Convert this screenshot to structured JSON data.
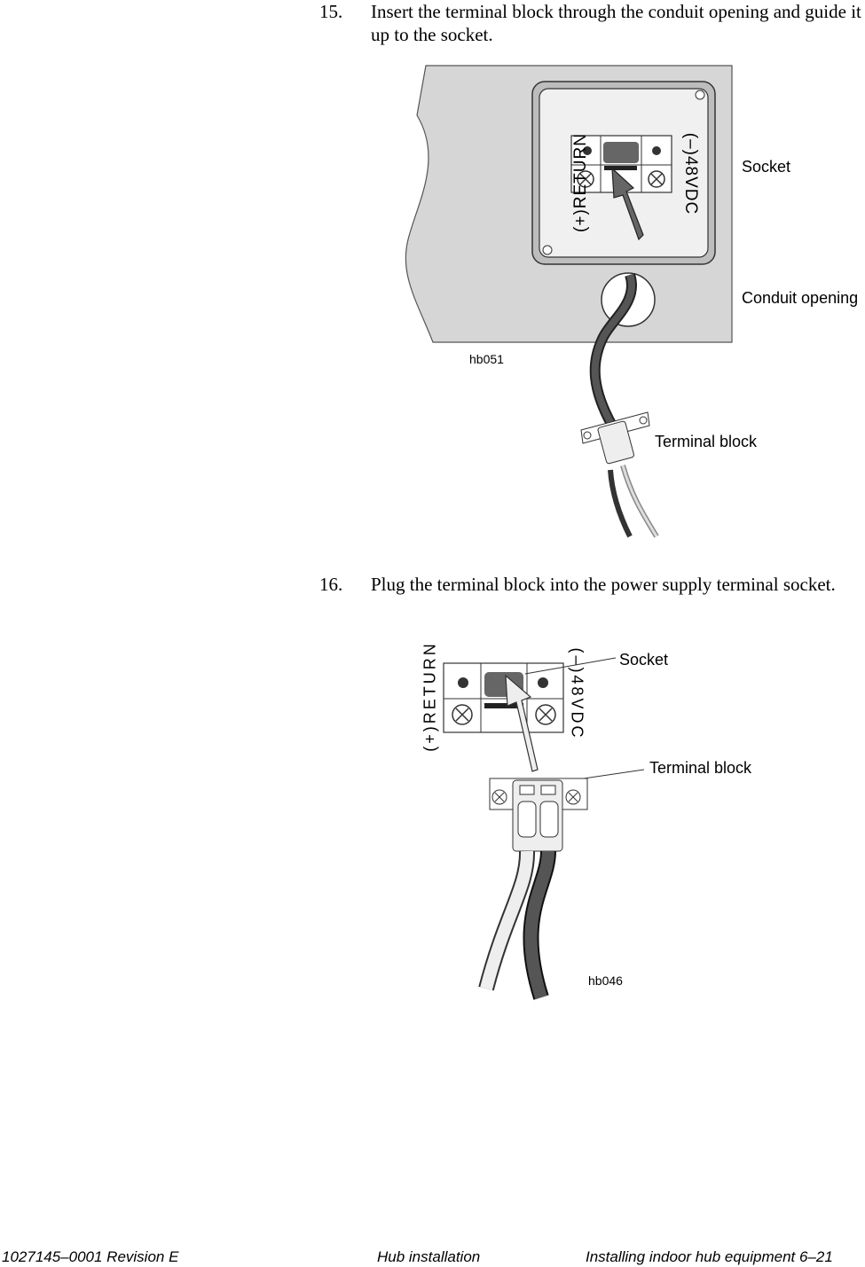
{
  "steps": [
    {
      "number": "15.",
      "text": "Insert the terminal block through the conduit opening and guide it up to the socket."
    },
    {
      "number": "16.",
      "text": "Plug the terminal block into the power supply terminal socket."
    }
  ],
  "figure1": {
    "id": "hb051",
    "labels": {
      "socket": "Socket",
      "conduit": "Conduit opening",
      "terminal": "Terminal block",
      "return": "(+)RETURN",
      "vdc": "(–)48VDC"
    }
  },
  "figure2": {
    "id": "hb046",
    "labels": {
      "socket": "Socket",
      "terminal": "Terminal block",
      "return": "(+)RETURN",
      "vdc": "(–)48VDC"
    }
  },
  "footer": {
    "doc": "1027145–0001  Revision E",
    "section": "Hub installation",
    "chapter": "Installing indoor hub equipment   6–21"
  }
}
